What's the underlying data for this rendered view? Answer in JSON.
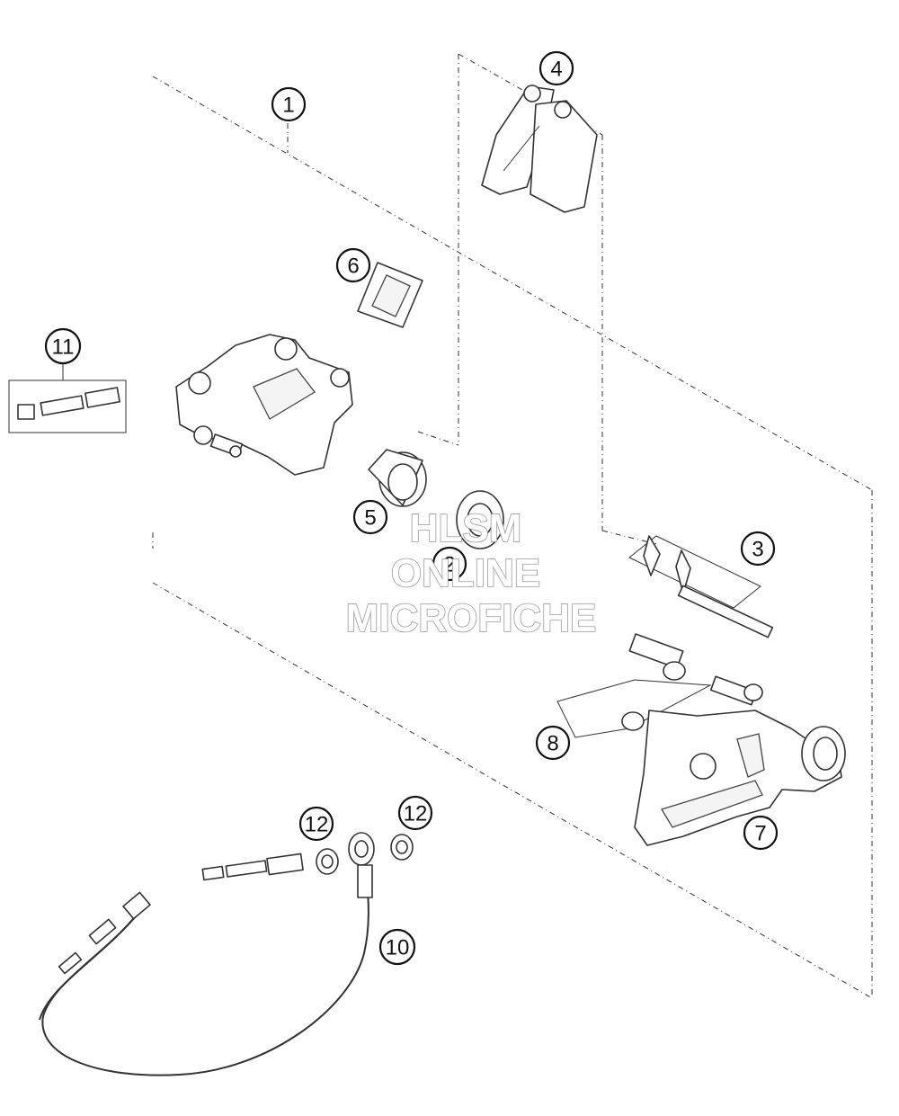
{
  "callouts": [
    {
      "id": "1",
      "label": "1"
    },
    {
      "id": "2",
      "label": "2"
    },
    {
      "id": "3",
      "label": "3"
    },
    {
      "id": "4",
      "label": "4"
    },
    {
      "id": "5",
      "label": "5"
    },
    {
      "id": "6",
      "label": "6"
    },
    {
      "id": "7",
      "label": "7"
    },
    {
      "id": "8",
      "label": "8"
    },
    {
      "id": "10",
      "label": "10"
    },
    {
      "id": "11",
      "label": "11"
    },
    {
      "id": "12a",
      "label": "12"
    },
    {
      "id": "12b",
      "label": "12"
    }
  ],
  "watermark": {
    "line1": "HLSM",
    "line2": "ONLINE",
    "line3": "MICROFICHE"
  },
  "colors": {
    "line": "#333333",
    "watermark": "#9a9a9a",
    "background": "#ffffff"
  }
}
